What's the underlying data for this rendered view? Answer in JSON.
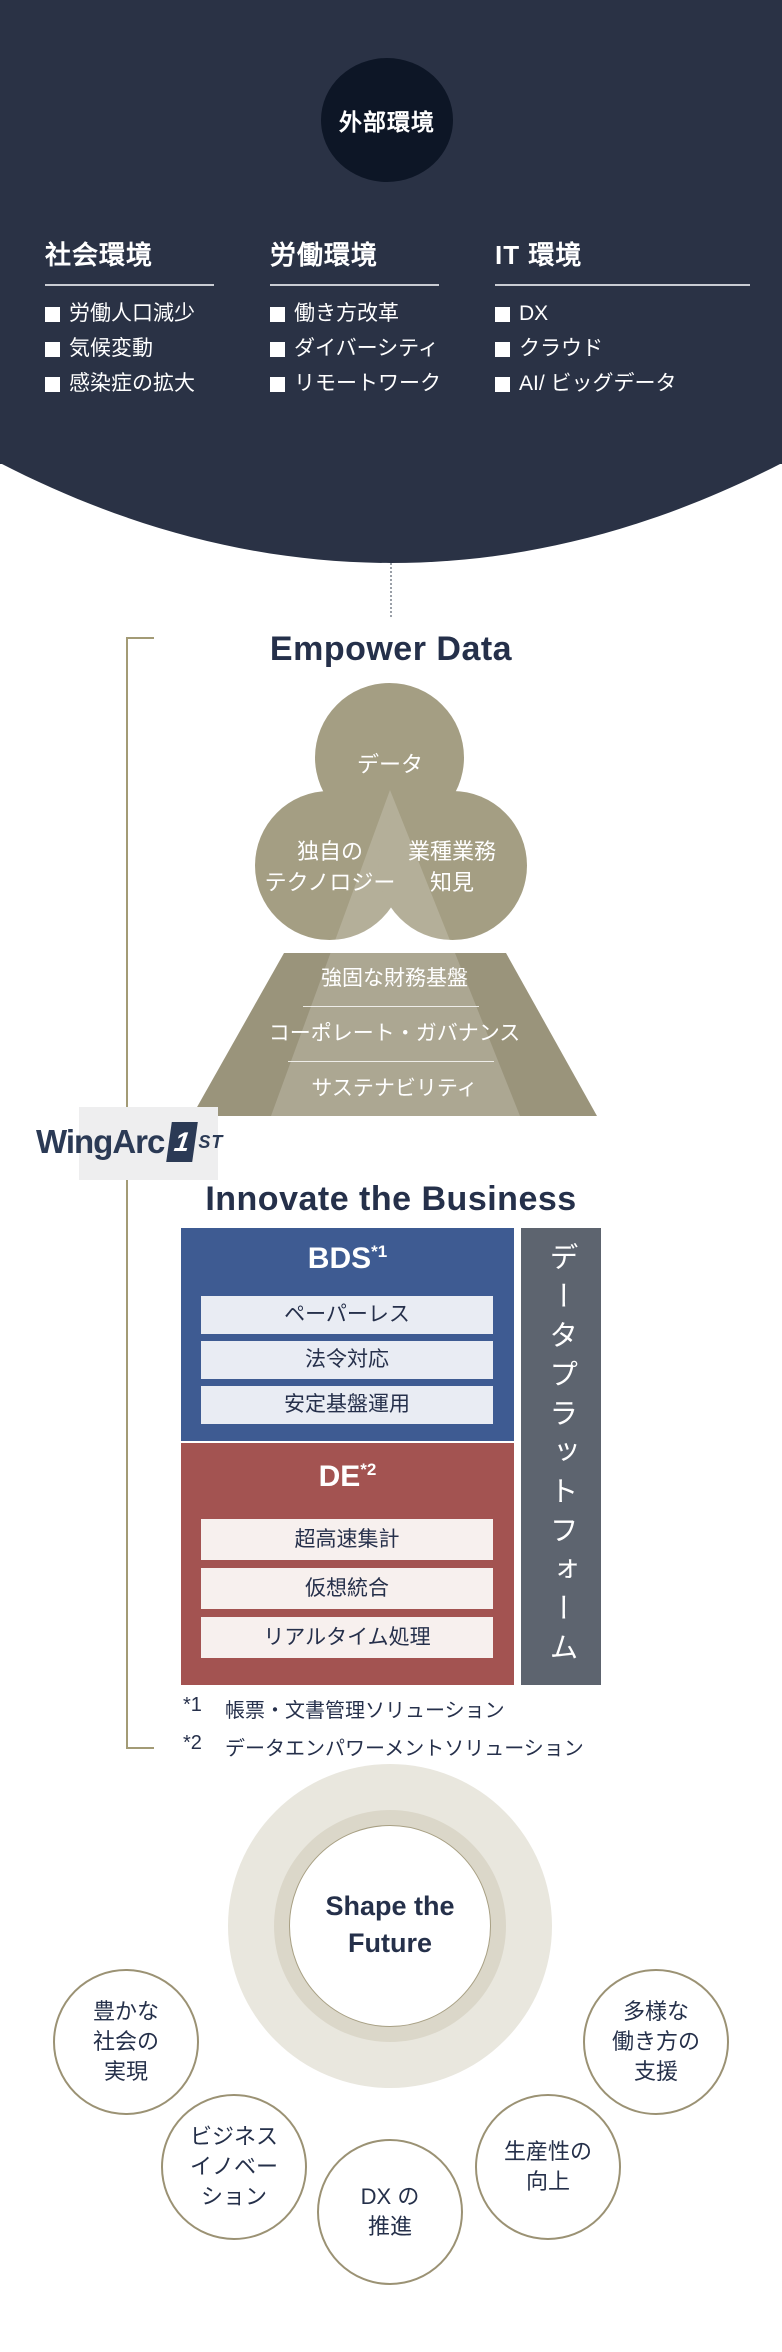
{
  "external": {
    "badge": "外部環境",
    "columns": [
      {
        "title": "社会環境",
        "items": [
          "労働人口減少",
          "気候変動",
          "感染症の拡大"
        ]
      },
      {
        "title": "労働環境",
        "items": [
          "働き方改革",
          "ダイバーシティ",
          "リモートワーク"
        ]
      },
      {
        "title": "IT 環境",
        "items": [
          "DX",
          "クラウド",
          "AI/ ビッグデータ"
        ]
      }
    ]
  },
  "empower": {
    "title": "Empower Data",
    "venn": {
      "top": "データ",
      "left_line1": "独自の",
      "left_line2": "テクノロジー",
      "right_line1": "業種業務",
      "right_line2": "知見"
    },
    "pyramid": [
      "強固な財務基盤",
      "コーポレート・ガバナンス",
      "サステナビリティ"
    ]
  },
  "logo": {
    "wordmark": "WingArc",
    "one": "1",
    "st": "ST"
  },
  "innovate": {
    "title": "Innovate the Business",
    "bds": {
      "label": "BDS",
      "sup": "*1",
      "rows": [
        "ペーパーレス",
        "法令対応",
        "安定基盤運用"
      ]
    },
    "de": {
      "label": "DE",
      "sup": "*2",
      "rows": [
        "超高速集計",
        "仮想統合",
        "リアルタイム処理"
      ]
    },
    "platform": "データプラットフォーム",
    "footnotes": [
      {
        "marker": "*1",
        "text": "帳票・文書管理ソリューション"
      },
      {
        "marker": "*2",
        "text": "データエンパワーメントソリューション"
      }
    ]
  },
  "future": {
    "center_line1": "Shape the",
    "center_line2": "Future",
    "satellites": [
      {
        "lines": [
          "豊かな",
          "社会の",
          "実現"
        ]
      },
      {
        "lines": [
          "ビジネス",
          "イノベー",
          "ション"
        ]
      },
      {
        "lines": [
          "DX の",
          "推進"
        ]
      },
      {
        "lines": [
          "生産性の",
          "向上"
        ]
      },
      {
        "lines": [
          "多様な",
          "働き方の",
          "支援"
        ]
      }
    ]
  },
  "colors": {
    "navy_bg": "#2a3245",
    "dark_ellipse": "#0d1626",
    "title_navy": "#25304a",
    "olive": "#a49e83",
    "trapezoid": "#9a947b",
    "gold_line": "#a39b76",
    "bds_blue": "#3e5b92",
    "de_red": "#a35351",
    "platform_gray": "#5d646f",
    "ring_beige": "#e9e7de"
  }
}
